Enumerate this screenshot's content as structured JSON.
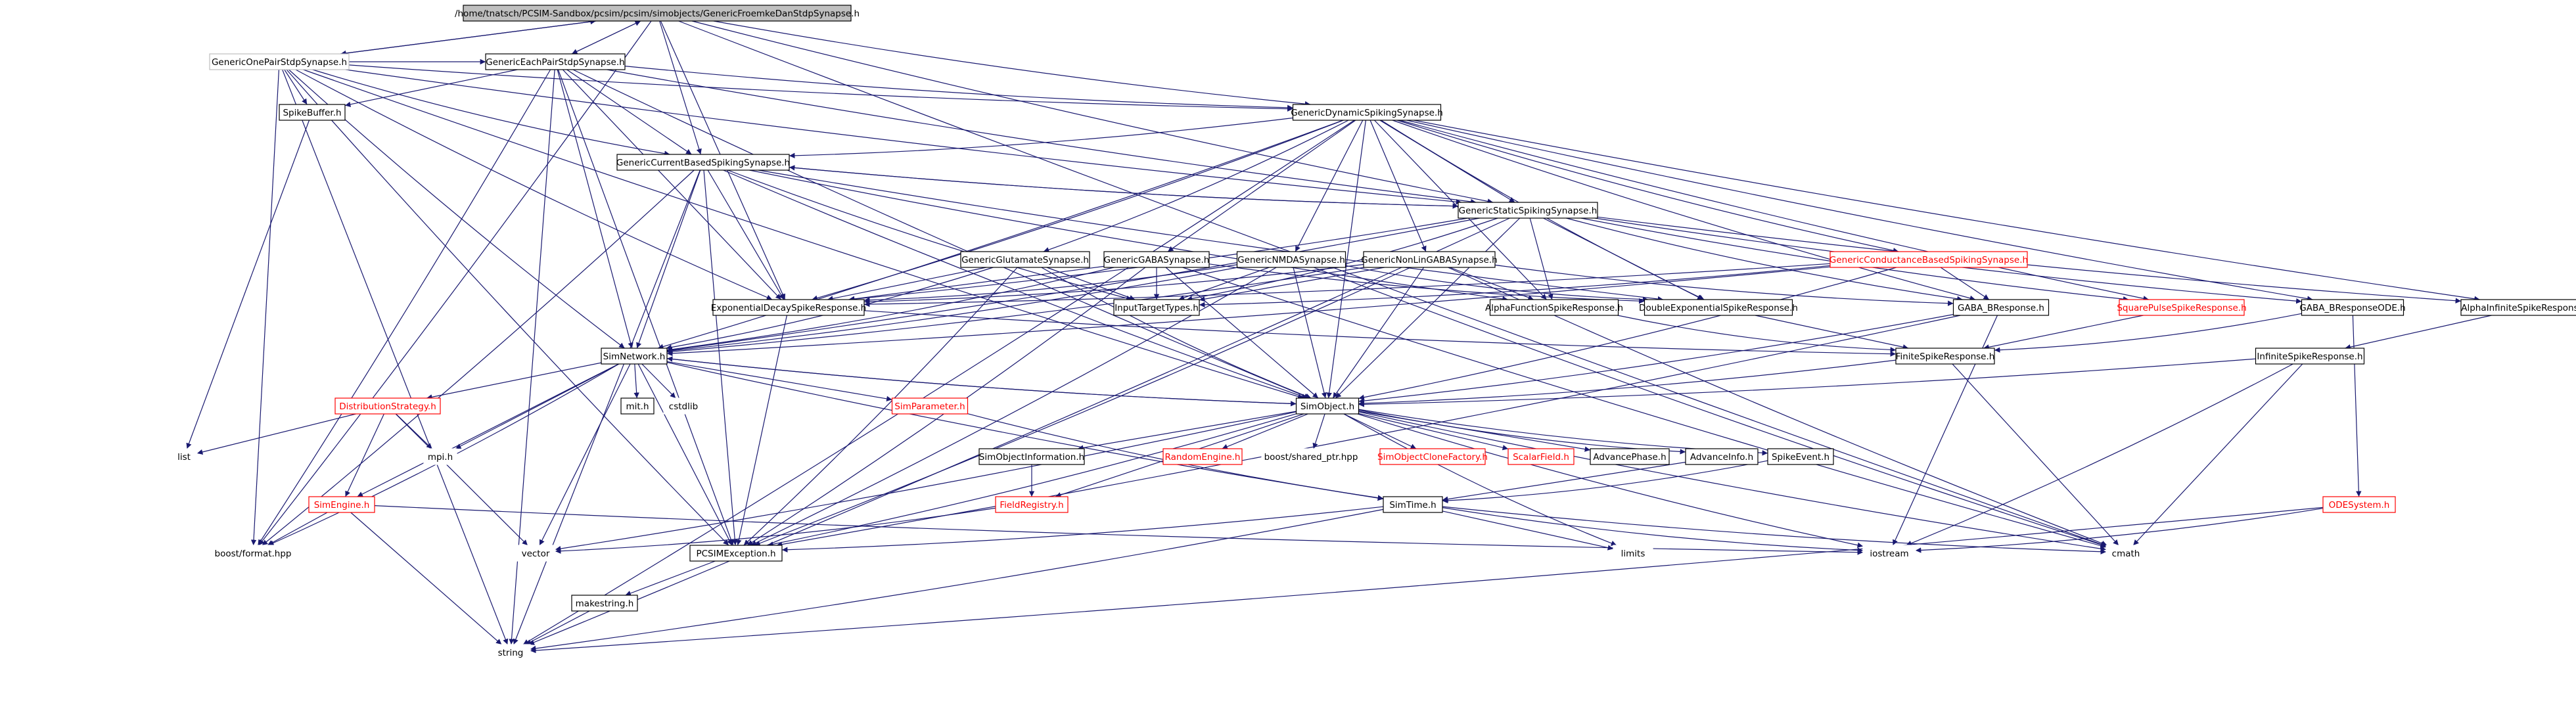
{
  "colors": {
    "edge": "#191970",
    "box_default": "#000000",
    "box_link": "#bfbfbf",
    "box_undocumented": "#ff0000",
    "root_fill": "#bfbfbf",
    "text_default": "#000000",
    "text_undocumented": "#ff0000"
  },
  "nodes": [
    {
      "id": "root",
      "label": "/home/tnatsch/PCSIM-Sandbox/pcsim/pcsim/simobjects/GenericFroemkeDanStdpSynapse.h",
      "style": "root"
    },
    {
      "id": "onepair",
      "label": "GenericOnePairStdpSynapse.h",
      "style": "link"
    },
    {
      "id": "eachpair",
      "label": "GenericEachPairStdpSynapse.h",
      "style": "normal"
    },
    {
      "id": "spikebuffer",
      "label": "SpikeBuffer.h",
      "style": "normal"
    },
    {
      "id": "dynamic",
      "label": "GenericDynamicSpikingSynapse.h",
      "style": "normal"
    },
    {
      "id": "currentbased",
      "label": "GenericCurrentBasedSpikingSynapse.h",
      "style": "normal"
    },
    {
      "id": "static",
      "label": "GenericStaticSpikingSynapse.h",
      "style": "normal"
    },
    {
      "id": "glutamate",
      "label": "GenericGlutamateSynapse.h",
      "style": "normal"
    },
    {
      "id": "gaba",
      "label": "GenericGABASynapse.h",
      "style": "normal"
    },
    {
      "id": "nmda",
      "label": "GenericNMDASynapse.h",
      "style": "normal"
    },
    {
      "id": "nonlingaba",
      "label": "GenericNonLinGABASynapse.h",
      "style": "normal"
    },
    {
      "id": "conductance",
      "label": "GenericConductanceBasedSpikingSynapse.h",
      "style": "red"
    },
    {
      "id": "expdecay",
      "label": "ExponentialDecaySpikeResponse.h",
      "style": "normal"
    },
    {
      "id": "inputtarget",
      "label": "InputTargetTypes.h",
      "style": "normal"
    },
    {
      "id": "alpha",
      "label": "AlphaFunctionSpikeResponse.h",
      "style": "normal"
    },
    {
      "id": "doubleexp",
      "label": "DoubleExponentialSpikeResponse.h",
      "style": "normal"
    },
    {
      "id": "gababresp",
      "label": "GABA_BResponse.h",
      "style": "normal"
    },
    {
      "id": "squarepulse",
      "label": "SquarePulseSpikeResponse.h",
      "style": "red"
    },
    {
      "id": "gababode",
      "label": "GABA_BResponseODE.h",
      "style": "normal"
    },
    {
      "id": "alphainf",
      "label": "AlphaInfiniteSpikeResponse.h",
      "style": "normal"
    },
    {
      "id": "finite",
      "label": "FiniteSpikeResponse.h",
      "style": "normal"
    },
    {
      "id": "infinite",
      "label": "InfiniteSpikeResponse.h",
      "style": "normal"
    },
    {
      "id": "simnetwork",
      "label": "SimNetwork.h",
      "style": "normal"
    },
    {
      "id": "distribution",
      "label": "DistributionStrategy.h",
      "style": "red"
    },
    {
      "id": "simparameter",
      "label": "SimParameter.h",
      "style": "red"
    },
    {
      "id": "simobject",
      "label": "SimObject.h",
      "style": "normal"
    },
    {
      "id": "mith",
      "label": "mit.h",
      "style": "normal"
    },
    {
      "id": "cstdlib",
      "label": "cstdlib",
      "style": "plain"
    },
    {
      "id": "list",
      "label": "list",
      "style": "plain"
    },
    {
      "id": "mpih",
      "label": "mpi.h",
      "style": "plain"
    },
    {
      "id": "simengine",
      "label": "SimEngine.h",
      "style": "red"
    },
    {
      "id": "siminfo",
      "label": "SimObjectInformation.h",
      "style": "normal"
    },
    {
      "id": "randomengine",
      "label": "RandomEngine.h",
      "style": "red"
    },
    {
      "id": "sharedptr",
      "label": "boost/shared_ptr.hpp",
      "style": "plain"
    },
    {
      "id": "clonefactory",
      "label": "SimObjectCloneFactory.h",
      "style": "red"
    },
    {
      "id": "scalarfield",
      "label": "ScalarField.h",
      "style": "red"
    },
    {
      "id": "advancephase",
      "label": "AdvancePhase.h",
      "style": "normal"
    },
    {
      "id": "advanceinfo",
      "label": "AdvanceInfo.h",
      "style": "normal"
    },
    {
      "id": "spikeevent",
      "label": "SpikeEvent.h",
      "style": "normal"
    },
    {
      "id": "fieldregistry",
      "label": "FieldRegistry.h",
      "style": "red"
    },
    {
      "id": "simtime",
      "label": "SimTime.h",
      "style": "normal"
    },
    {
      "id": "odesystem",
      "label": "ODESystem.h",
      "style": "red"
    },
    {
      "id": "boostformat",
      "label": "boost/format.hpp",
      "style": "plain"
    },
    {
      "id": "vector",
      "label": "vector",
      "style": "plain"
    },
    {
      "id": "pcsimexception",
      "label": "PCSIMException.h",
      "style": "normal"
    },
    {
      "id": "limits",
      "label": "limits",
      "style": "plain"
    },
    {
      "id": "iostream",
      "label": "iostream",
      "style": "plain"
    },
    {
      "id": "cmath",
      "label": "cmath",
      "style": "plain"
    },
    {
      "id": "makestring",
      "label": "makestring.h",
      "style": "normal"
    },
    {
      "id": "string",
      "label": "string",
      "style": "plain"
    }
  ],
  "edges": [
    [
      "root",
      "onepair"
    ],
    [
      "root",
      "eachpair"
    ],
    [
      "root",
      "dynamic"
    ],
    [
      "root",
      "currentbased"
    ],
    [
      "root",
      "static"
    ],
    [
      "root",
      "expdecay"
    ],
    [
      "root",
      "boostformat"
    ],
    [
      "root",
      "cmath"
    ],
    [
      "onepair",
      "root"
    ],
    [
      "onepair",
      "eachpair"
    ],
    [
      "onepair",
      "spikebuffer"
    ],
    [
      "onepair",
      "dynamic"
    ],
    [
      "onepair",
      "currentbased"
    ],
    [
      "onepair",
      "static"
    ],
    [
      "onepair",
      "expdecay"
    ],
    [
      "onepair",
      "simnetwork"
    ],
    [
      "onepair",
      "simobject"
    ],
    [
      "onepair",
      "pcsimexception"
    ],
    [
      "onepair",
      "boostformat"
    ],
    [
      "onepair",
      "string"
    ],
    [
      "eachpair",
      "root"
    ],
    [
      "eachpair",
      "spikebuffer"
    ],
    [
      "eachpair",
      "dynamic"
    ],
    [
      "eachpair",
      "currentbased"
    ],
    [
      "eachpair",
      "static"
    ],
    [
      "eachpair",
      "expdecay"
    ],
    [
      "eachpair",
      "simnetwork"
    ],
    [
      "eachpair",
      "simobject"
    ],
    [
      "eachpair",
      "pcsimexception"
    ],
    [
      "eachpair",
      "boostformat"
    ],
    [
      "eachpair",
      "string"
    ],
    [
      "spikebuffer",
      "list"
    ],
    [
      "dynamic",
      "currentbased"
    ],
    [
      "dynamic",
      "static"
    ],
    [
      "dynamic",
      "glutamate"
    ],
    [
      "dynamic",
      "gaba"
    ],
    [
      "dynamic",
      "nmda"
    ],
    [
      "dynamic",
      "nonlingaba"
    ],
    [
      "dynamic",
      "conductance"
    ],
    [
      "dynamic",
      "expdecay"
    ],
    [
      "dynamic",
      "alpha"
    ],
    [
      "dynamic",
      "doubleexp"
    ],
    [
      "dynamic",
      "gababresp"
    ],
    [
      "dynamic",
      "squarepulse"
    ],
    [
      "dynamic",
      "gababode"
    ],
    [
      "dynamic",
      "alphainf"
    ],
    [
      "dynamic",
      "simnetwork"
    ],
    [
      "dynamic",
      "simobject"
    ],
    [
      "dynamic",
      "string"
    ],
    [
      "currentbased",
      "static"
    ],
    [
      "currentbased",
      "expdecay"
    ],
    [
      "currentbased",
      "inputtarget"
    ],
    [
      "currentbased",
      "alpha"
    ],
    [
      "currentbased",
      "doubleexp"
    ],
    [
      "currentbased",
      "simnetwork"
    ],
    [
      "currentbased",
      "simobject"
    ],
    [
      "currentbased",
      "pcsimexception"
    ],
    [
      "currentbased",
      "boostformat"
    ],
    [
      "currentbased",
      "string"
    ],
    [
      "static",
      "currentbased"
    ],
    [
      "static",
      "expdecay"
    ],
    [
      "static",
      "inputtarget"
    ],
    [
      "static",
      "alpha"
    ],
    [
      "static",
      "doubleexp"
    ],
    [
      "static",
      "gababresp"
    ],
    [
      "static",
      "squarepulse"
    ],
    [
      "static",
      "gababode"
    ],
    [
      "static",
      "alphainf"
    ],
    [
      "static",
      "simnetwork"
    ],
    [
      "static",
      "simobject"
    ],
    [
      "static",
      "string"
    ],
    [
      "glutamate",
      "expdecay"
    ],
    [
      "glutamate",
      "inputtarget"
    ],
    [
      "glutamate",
      "simnetwork"
    ],
    [
      "glutamate",
      "simobject"
    ],
    [
      "glutamate",
      "pcsimexception"
    ],
    [
      "gaba",
      "expdecay"
    ],
    [
      "gaba",
      "inputtarget"
    ],
    [
      "gaba",
      "doubleexp"
    ],
    [
      "gaba",
      "simnetwork"
    ],
    [
      "gaba",
      "simobject"
    ],
    [
      "gaba",
      "pcsimexception"
    ],
    [
      "gaba",
      "cmath"
    ],
    [
      "nmda",
      "expdecay"
    ],
    [
      "nmda",
      "inputtarget"
    ],
    [
      "nmda",
      "doubleexp"
    ],
    [
      "nmda",
      "simnetwork"
    ],
    [
      "nmda",
      "simobject"
    ],
    [
      "nmda",
      "pcsimexception"
    ],
    [
      "nmda",
      "cmath"
    ],
    [
      "nonlingaba",
      "expdecay"
    ],
    [
      "nonlingaba",
      "inputtarget"
    ],
    [
      "nonlingaba",
      "alpha"
    ],
    [
      "nonlingaba",
      "gababresp"
    ],
    [
      "nonlingaba",
      "simnetwork"
    ],
    [
      "nonlingaba",
      "simobject"
    ],
    [
      "nonlingaba",
      "pcsimexception"
    ],
    [
      "nonlingaba",
      "cmath"
    ],
    [
      "conductance",
      "inputtarget"
    ],
    [
      "conductance",
      "expdecay"
    ],
    [
      "conductance",
      "gababresp"
    ],
    [
      "conductance",
      "simnetwork"
    ],
    [
      "conductance",
      "simobject"
    ],
    [
      "expdecay",
      "finite"
    ],
    [
      "expdecay",
      "pcsimexception"
    ],
    [
      "alpha",
      "finite"
    ],
    [
      "doubleexp",
      "finite"
    ],
    [
      "squarepulse",
      "finite"
    ],
    [
      "gababode",
      "finite"
    ],
    [
      "gababode",
      "odesystem"
    ],
    [
      "alphainf",
      "infinite"
    ],
    [
      "gababresp",
      "simobject"
    ],
    [
      "gababresp",
      "iostream"
    ],
    [
      "gababresp",
      "pcsimexception"
    ],
    [
      "finite",
      "simobject"
    ],
    [
      "finite",
      "cmath"
    ],
    [
      "infinite",
      "simobject"
    ],
    [
      "infinite",
      "iostream"
    ],
    [
      "infinite",
      "cmath"
    ],
    [
      "simnetwork",
      "simobject"
    ],
    [
      "simnetwork",
      "distribution"
    ],
    [
      "simnetwork",
      "simparameter"
    ],
    [
      "simnetwork",
      "mith"
    ],
    [
      "simnetwork",
      "cstdlib"
    ],
    [
      "simnetwork",
      "mpih"
    ],
    [
      "simnetwork",
      "simengine"
    ],
    [
      "simnetwork",
      "simtime"
    ],
    [
      "simnetwork",
      "pcsimexception"
    ],
    [
      "simnetwork",
      "vector"
    ],
    [
      "simnetwork",
      "boostformat"
    ],
    [
      "distribution",
      "list"
    ],
    [
      "distribution",
      "mpih"
    ],
    [
      "distribution",
      "simengine"
    ],
    [
      "distribution",
      "vector"
    ],
    [
      "simparameter",
      "simtime"
    ],
    [
      "simobject",
      "simnetwork"
    ],
    [
      "simobject",
      "siminfo"
    ],
    [
      "simobject",
      "randomengine"
    ],
    [
      "simobject",
      "sharedptr"
    ],
    [
      "simobject",
      "clonefactory"
    ],
    [
      "simobject",
      "scalarfield"
    ],
    [
      "simobject",
      "advancephase"
    ],
    [
      "simobject",
      "advanceinfo"
    ],
    [
      "simobject",
      "spikeevent"
    ],
    [
      "simobject",
      "fieldregistry"
    ],
    [
      "simobject",
      "pcsimexception"
    ],
    [
      "simobject",
      "vector"
    ],
    [
      "simobject",
      "limits"
    ],
    [
      "simobject",
      "iostream"
    ],
    [
      "simobject",
      "cmath"
    ],
    [
      "siminfo",
      "fieldregistry"
    ],
    [
      "fieldregistry",
      "vector"
    ],
    [
      "advanceinfo",
      "simtime"
    ],
    [
      "spikeevent",
      "simtime"
    ],
    [
      "simengine",
      "boostformat"
    ],
    [
      "simengine",
      "string"
    ],
    [
      "simengine",
      "iostream"
    ],
    [
      "simtime",
      "pcsimexception"
    ],
    [
      "simtime",
      "limits"
    ],
    [
      "simtime",
      "iostream"
    ],
    [
      "simtime",
      "string"
    ],
    [
      "simtime",
      "cmath"
    ],
    [
      "odesystem",
      "iostream"
    ],
    [
      "odesystem",
      "string"
    ],
    [
      "pcsimexception",
      "makestring"
    ],
    [
      "makestring",
      "string"
    ]
  ]
}
